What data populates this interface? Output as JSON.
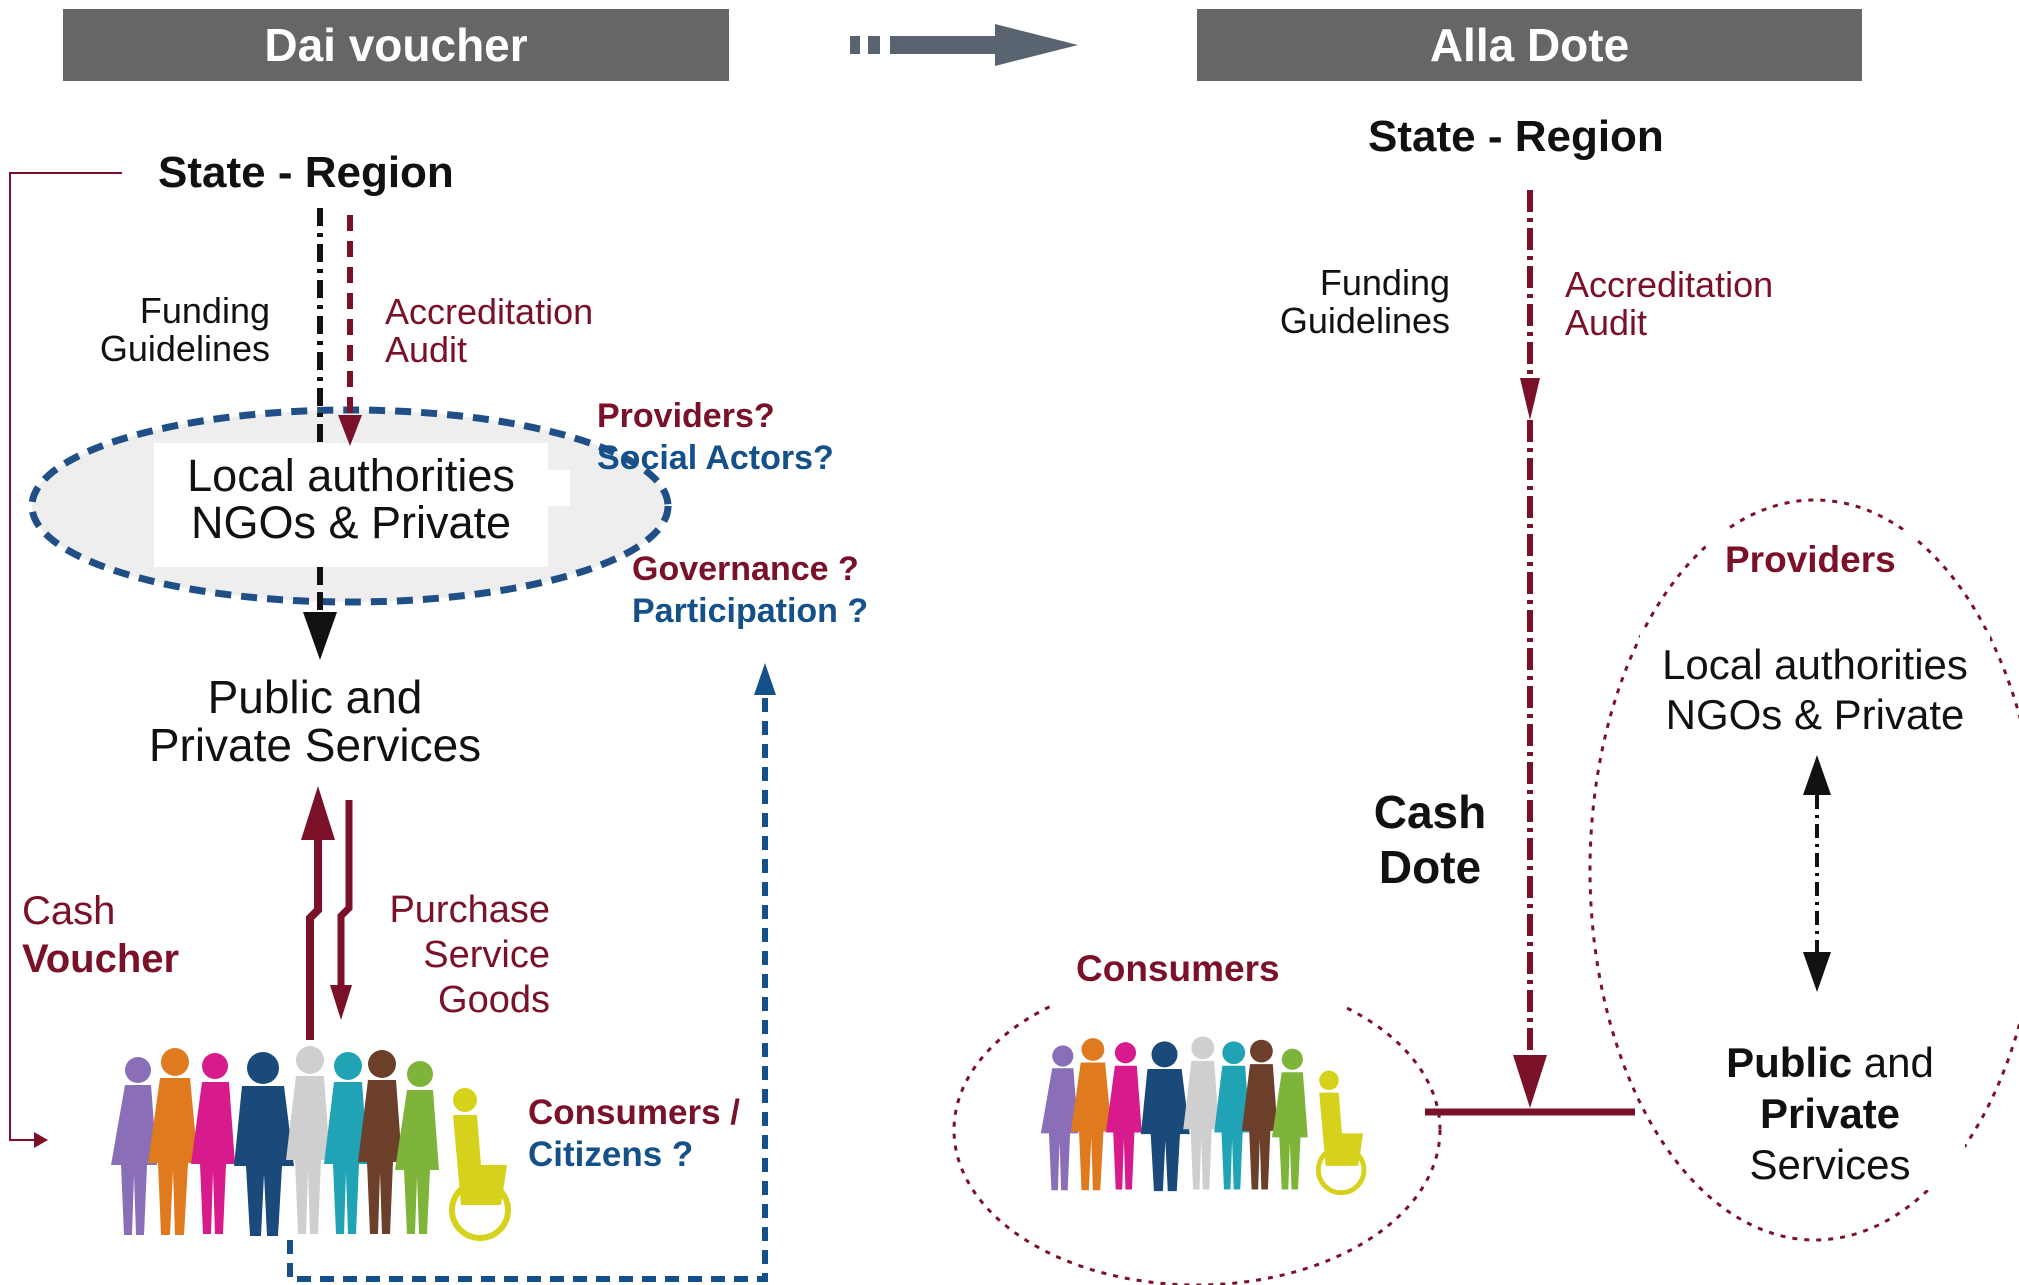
{
  "left": {
    "header": "Dai voucher",
    "state_region": "State - Region",
    "funding": [
      "Funding",
      "Guidelines"
    ],
    "accreditation": [
      "Accreditation",
      "Audit"
    ],
    "local_authorities": [
      "Local authorities",
      "NGOs & Private"
    ],
    "providers_q": "Providers?",
    "social_actors_q": "Social Actors?",
    "governance_q": "Governance ?",
    "participation_q": "Participation ?",
    "services": [
      "Public and",
      "Private Services"
    ],
    "cash": "Cash",
    "voucher": "Voucher",
    "purchase": [
      "Purchase",
      "Service",
      "Goods"
    ],
    "consumers": "Consumers /",
    "citizens": "Citizens ?"
  },
  "right": {
    "header": "Alla Dote",
    "state_region": "State - Region",
    "funding": [
      "Funding",
      "Guidelines"
    ],
    "accreditation": [
      "Accreditation",
      "Audit"
    ],
    "providers": "Providers",
    "local_authorities": [
      "Local authorities",
      "NGOs & Private"
    ],
    "cash": "Cash",
    "dote": "Dote",
    "consumers": "Consumers",
    "services_bold1": "Public",
    "services_normal1": " and",
    "services_bold2": "Private",
    "services_normal2": "Services"
  },
  "colors": {
    "header_bg": "#666666",
    "dark_red": "#7a1128",
    "blue": "#14508a",
    "black": "#111111"
  }
}
